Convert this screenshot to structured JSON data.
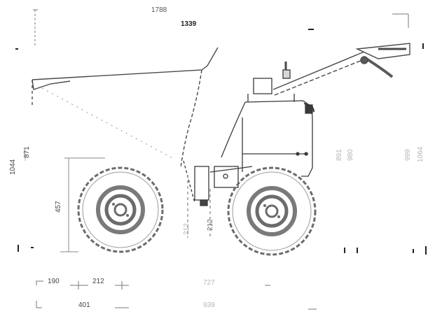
{
  "diagram": {
    "dimensions": {
      "overall_length": "1788",
      "bucket_length": "1339",
      "overall_height": "1044",
      "side_height": "871",
      "wheel_diameter": "457",
      "offset_a": "212",
      "offset_b": "212",
      "height_a": "891",
      "height_b": "980",
      "height_c": "999",
      "height_d": "1064",
      "bottom_a": "190",
      "bottom_b": "212",
      "bottom_c": "401",
      "bottom_d": "727",
      "bottom_e": "939"
    },
    "colors": {
      "line": "#3a3a3a",
      "faint_line": "#9a9a9a",
      "tire": "#6b6b6b",
      "rim": "#8a8a8a"
    }
  }
}
